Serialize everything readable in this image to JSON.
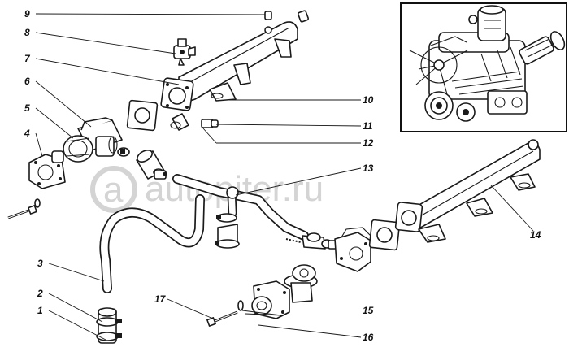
{
  "diagram": {
    "watermark": "autopiter.ru",
    "watermark_logo": "a",
    "callouts": [
      {
        "id": "c1",
        "label": "1"
      },
      {
        "id": "c2",
        "label": "2"
      },
      {
        "id": "c3",
        "label": "3"
      },
      {
        "id": "c4",
        "label": "4"
      },
      {
        "id": "c5",
        "label": "5"
      },
      {
        "id": "c6",
        "label": "6"
      },
      {
        "id": "c7",
        "label": "7"
      },
      {
        "id": "c8",
        "label": "8"
      },
      {
        "id": "c9",
        "label": "9"
      },
      {
        "id": "c10",
        "label": "10"
      },
      {
        "id": "c11",
        "label": "11"
      },
      {
        "id": "c12",
        "label": "12"
      },
      {
        "id": "c13",
        "label": "13"
      },
      {
        "id": "c14",
        "label": "14"
      },
      {
        "id": "c15",
        "label": "15"
      },
      {
        "id": "c16",
        "label": "16"
      },
      {
        "id": "c17",
        "label": "17"
      }
    ]
  }
}
